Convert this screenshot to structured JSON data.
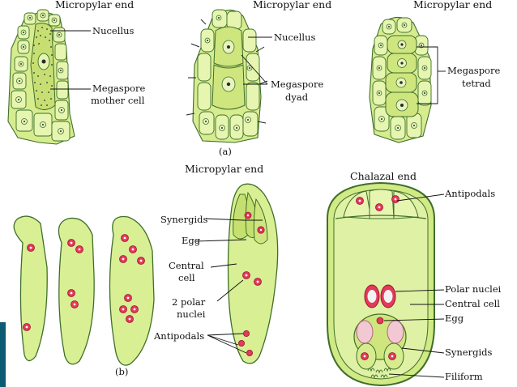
{
  "labels": {
    "micropylar_end_1": "Micropylar end",
    "micropylar_end_2": "Micropylar end",
    "micropylar_end_3": "Micropylar end",
    "micropylar_end_4": "Micropylar end",
    "chalazal_end": "Chalazal end",
    "nucellus_1": "Nucellus",
    "nucellus_2": "Nucellus",
    "megaspore_mother_cell_line1": "Megaspore",
    "megaspore_mother_cell_line2": "mother cell",
    "megaspore_dyad_line1": "Megaspore",
    "megaspore_dyad_line2": "dyad",
    "megaspore_tetrad_line1": "Megaspore",
    "megaspore_tetrad_line2": "tetrad",
    "panel_a": "(a)",
    "panel_b": "(b)",
    "synergids_left": "Synergids",
    "egg_left": "Egg",
    "central_cell_left_line1": "Central",
    "central_cell_left_line2": "cell",
    "polar_nuclei_left_line1": "2 polar",
    "polar_nuclei_left_line2": "nuclei",
    "antipodals_left": "Antipodals",
    "antipodals_right": "Antipodals",
    "polar_nuclei_right": "Polar nuclei",
    "central_cell_right": "Central cell",
    "egg_right": "Egg",
    "synergids_right": "Synergids",
    "filiform": "Filiform"
  },
  "colors": {
    "cell_fill": "#d6ec8f",
    "cell_outline": "#3f6f2a",
    "nucleus_red": "#e23a5a",
    "side_band": "#0d5a75"
  }
}
